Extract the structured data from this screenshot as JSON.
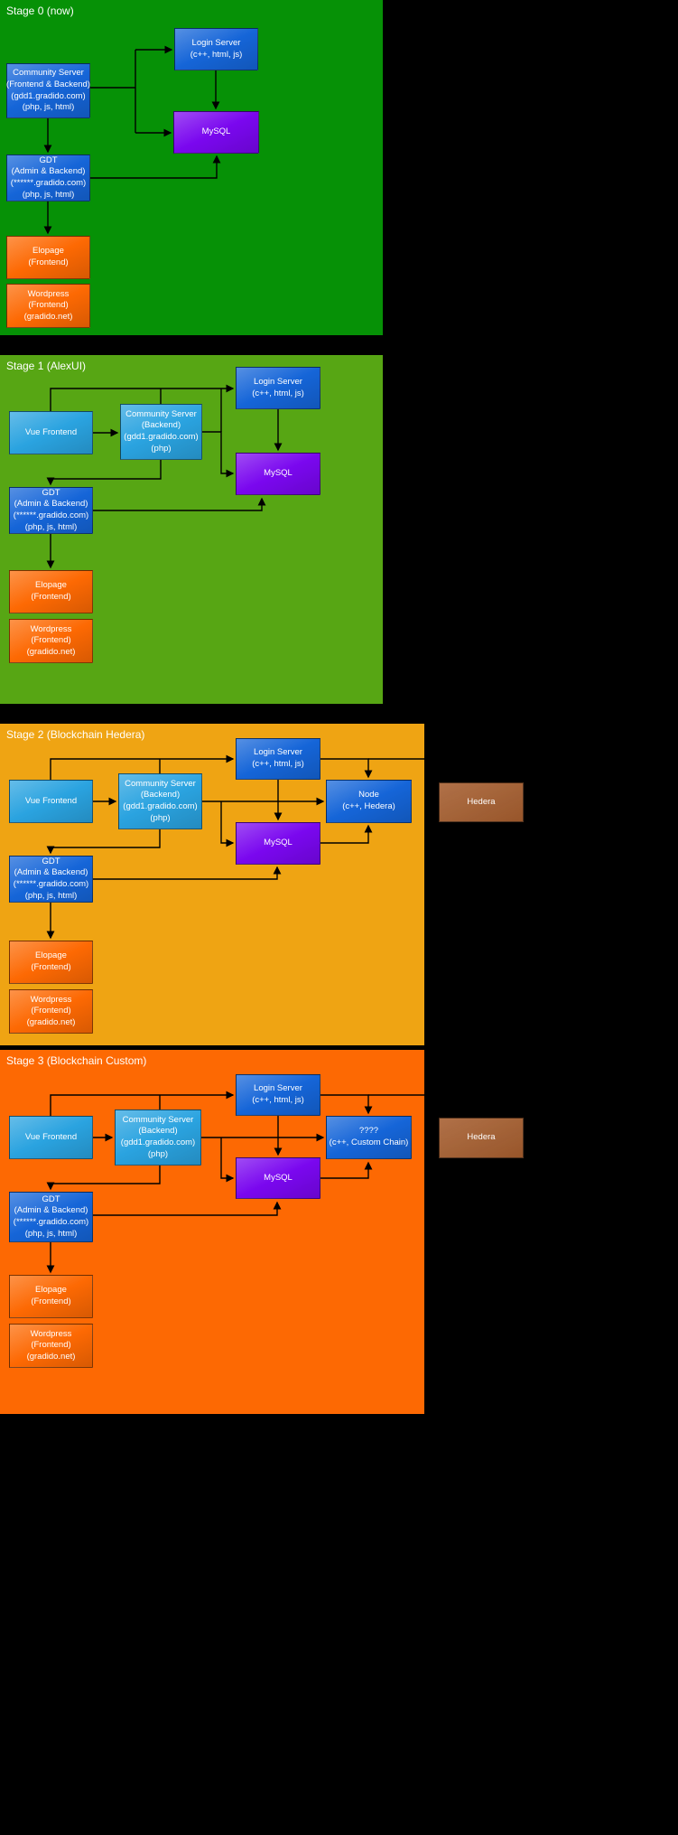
{
  "stages": [
    {
      "title": "Stage 0 (now)",
      "nodes": {
        "login": "Login Server\n(c++, html, js)",
        "community": "Community Server\n(Frontend & Backend)\n(gdd1.gradido.com)\n(php, js, html)",
        "mysql": "MySQL",
        "gdt": "GDT\n(Admin & Backend)\n(******.gradido.com)\n(php, js, html)",
        "elopage": "Elopage\n(Frontend)",
        "wordpress": "Wordpress\n(Frontend)\n(gradido.net)"
      }
    },
    {
      "title": "Stage 1 (AlexUI)",
      "nodes": {
        "login": "Login Server\n(c++, html, js)",
        "vue": "Vue Frontend",
        "community": "Community Server\n(Backend)\n(gdd1.gradido.com)\n(php)",
        "mysql": "MySQL",
        "gdt": "GDT\n(Admin & Backend)\n(******.gradido.com)\n(php, js, html)",
        "elopage": "Elopage\n(Frontend)",
        "wordpress": "Wordpress\n(Frontend)\n(gradido.net)"
      }
    },
    {
      "title": "Stage 2 (Blockchain Hedera)",
      "nodes": {
        "login": "Login Server\n(c++, html, js)",
        "vue": "Vue Frontend",
        "community": "Community Server\n(Backend)\n(gdd1.gradido.com)\n(php)",
        "node": "Node\n(c++, Hedera)",
        "mysql": "MySQL",
        "gdt": "GDT\n(Admin & Backend)\n(******.gradido.com)\n(php, js, html)",
        "elopage": "Elopage\n(Frontend)",
        "wordpress": "Wordpress\n(Frontend)\n(gradido.net)",
        "hedera": "Hedera"
      }
    },
    {
      "title": "Stage 3 (Blockchain Custom)",
      "nodes": {
        "login": "Login Server\n(c++, html, js)",
        "vue": "Vue Frontend",
        "community": "Community Server\n(Backend)\n(gdd1.gradido.com)\n(php)",
        "custom": "????\n(c++, Custom Chain)",
        "mysql": "MySQL",
        "gdt": "GDT\n(Admin & Backend)\n(******.gradido.com)\n(php, js, html)",
        "elopage": "Elopage\n(Frontend)",
        "wordpress": "Wordpress\n(Frontend)\n(gradido.net)",
        "hedera": "Hedera"
      }
    }
  ],
  "colors": {
    "stage0_bg": "#069106",
    "stage1_bg": "#57a614",
    "stage2_bg": "#efa413",
    "stage3_bg": "#fd6903",
    "blue_node": "#1565d8",
    "light_blue_node": "#2aa3e0",
    "purple_node": "#7a07ef",
    "orange_node": "#fd6903",
    "brown_node": "#a55d2e",
    "line": "#000000",
    "text": "#ffffff"
  }
}
